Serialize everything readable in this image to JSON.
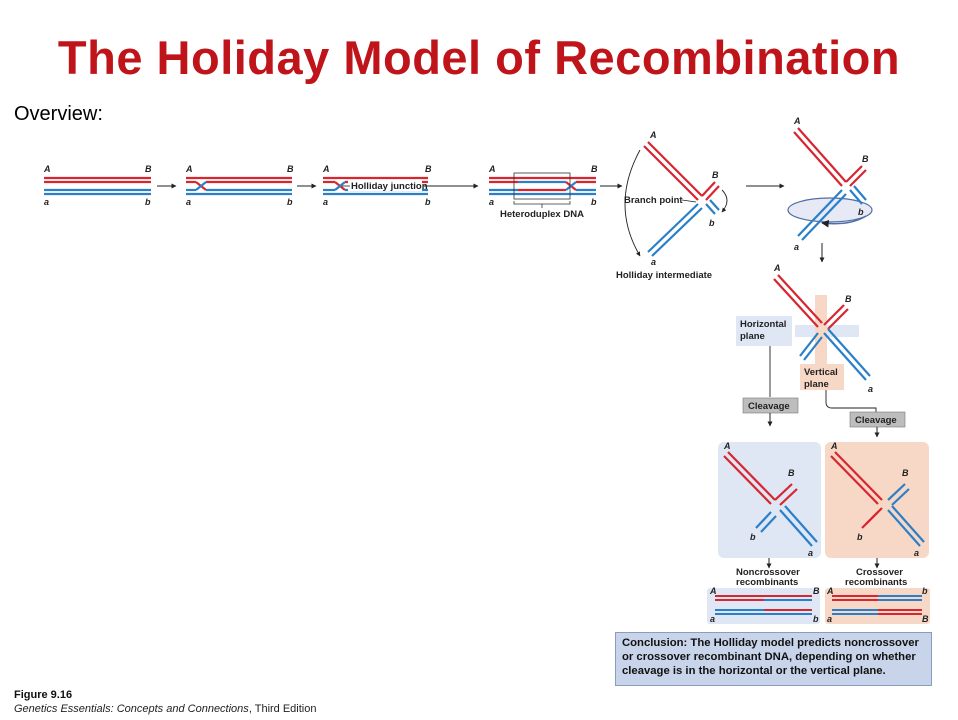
{
  "title": "The Holiday Model of Recombination",
  "overview": "Overview:",
  "labels": {
    "A": "A",
    "B": "B",
    "a": "a",
    "b": "b",
    "holliday_junction": "Holliday junction",
    "heteroduplex_dna": "Heteroduplex DNA",
    "branch_point": "Branch point",
    "holliday_intermediate": "Holliday intermediate",
    "horizontal_plane_1": "Horizontal",
    "horizontal_plane_2": "plane",
    "vertical_plane_1": "Vertical",
    "vertical_plane_2": "plane",
    "cleavage": "Cleavage",
    "noncrossover_1": "Noncrossover",
    "noncrossover_2": "recombinants",
    "crossover_1": "Crossover",
    "crossover_2": "recombinants"
  },
  "conclusion_label": "Conclusion:",
  "conclusion_text": "The Holliday model predicts noncrossover or crossover recombinant DNA, depending on whether cleavage is in the horizontal or the vertical plane.",
  "figure_number": "Figure 9.16",
  "book_title": "Genetics Essentials: Concepts and Connections",
  "book_edition": ", Third Edition",
  "colors": {
    "title": "#c0141b",
    "red_strand": "#d7262f",
    "blue_strand": "#2b7fc9",
    "horizontal_box": "#dfe6f4",
    "vertical_box": "#f7d8c6",
    "conclusion_bg": "#c7d4ea"
  }
}
